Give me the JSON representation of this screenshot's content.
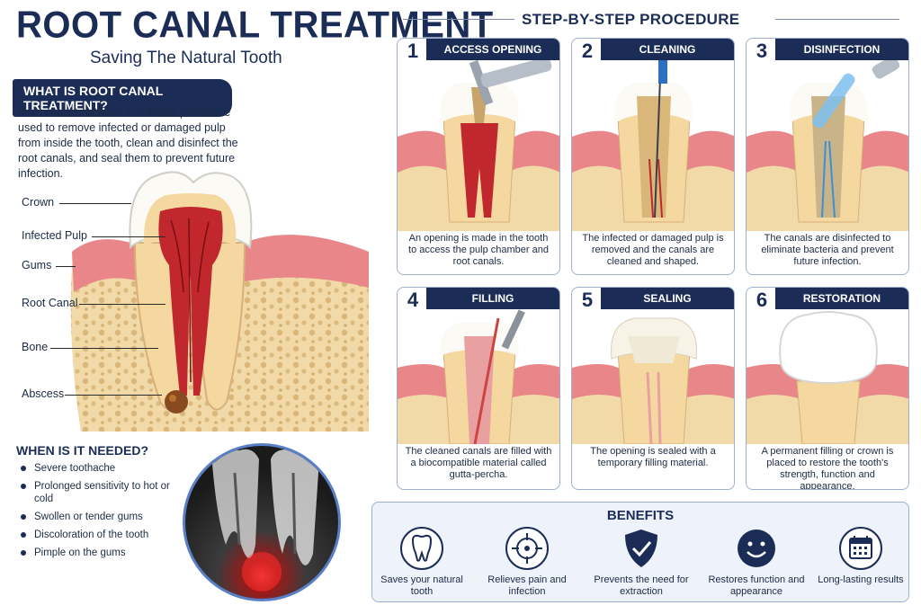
{
  "title": "ROOT CANAL TREATMENT",
  "subtitle": "Saving The Natural Tooth",
  "what": {
    "heading": "WHAT IS ROOT CANAL TREATMENT?",
    "body": "Root canal treatment is a dental procedure used to remove infected or damaged pulp from inside the tooth, clean and disinfect the root canals, and seal them to prevent future infection."
  },
  "anatomy_labels": [
    "Crown",
    "Infected Pulp",
    "Gums",
    "Root Canal",
    "Bone",
    "Abscess"
  ],
  "when": {
    "heading": "WHEN IS IT NEEDED?",
    "items": [
      "Severe toothache",
      "Prolonged sensitivity to hot or cold",
      "Swollen or tender gums",
      "Discoloration of the tooth",
      "Pimple on the gums"
    ]
  },
  "procedure": {
    "heading": "STEP-BY-STEP PROCEDURE",
    "steps": [
      {
        "num": "1",
        "title": "ACCESS OPENING",
        "text": "An opening is made in the tooth to access the pulp chamber and root canals."
      },
      {
        "num": "2",
        "title": "CLEANING",
        "text": "The infected or damaged pulp is removed and the canals are cleaned and shaped."
      },
      {
        "num": "3",
        "title": "DISINFECTION",
        "text": "The canals are disinfected to eliminate bacteria and prevent future infection."
      },
      {
        "num": "4",
        "title": "FILLING",
        "text": "The cleaned canals are filled with a biocompatible material called gutta-percha."
      },
      {
        "num": "5",
        "title": "SEALING",
        "text": "The opening is sealed with a temporary filling material."
      },
      {
        "num": "6",
        "title": "RESTORATION",
        "text": "A permanent filling or crown is placed to restore the tooth's strength, function and appearance."
      }
    ]
  },
  "benefits": {
    "heading": "BENEFITS",
    "items": [
      {
        "icon": "tooth-icon",
        "label": "Saves your natural tooth"
      },
      {
        "icon": "target-icon",
        "label": "Relieves pain and infection"
      },
      {
        "icon": "shield-check-icon",
        "label": "Prevents the need for extraction"
      },
      {
        "icon": "smile-icon",
        "label": "Restores function and appearance"
      },
      {
        "icon": "calendar-icon",
        "label": "Long-lasting results"
      }
    ]
  },
  "colors": {
    "navy": "#1b2d57",
    "gum": "#e8868a",
    "pulp": "#c0282d",
    "bone": "#f1d9a8",
    "dentin": "#f5d8a0",
    "enamel": "#fbfaf5"
  }
}
